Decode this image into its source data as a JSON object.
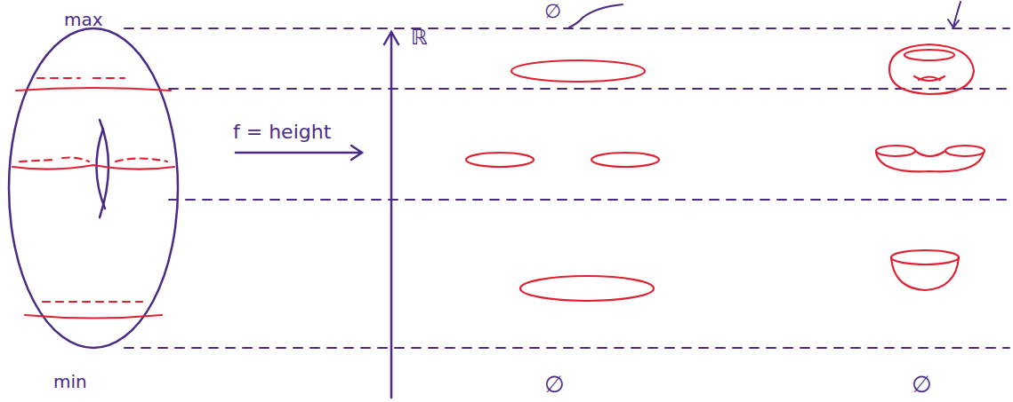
{
  "diagram": {
    "labels": [
      "max",
      "min",
      "f = height",
      "ℝ",
      "∅",
      "∅",
      "∅"
    ]
  }
}
